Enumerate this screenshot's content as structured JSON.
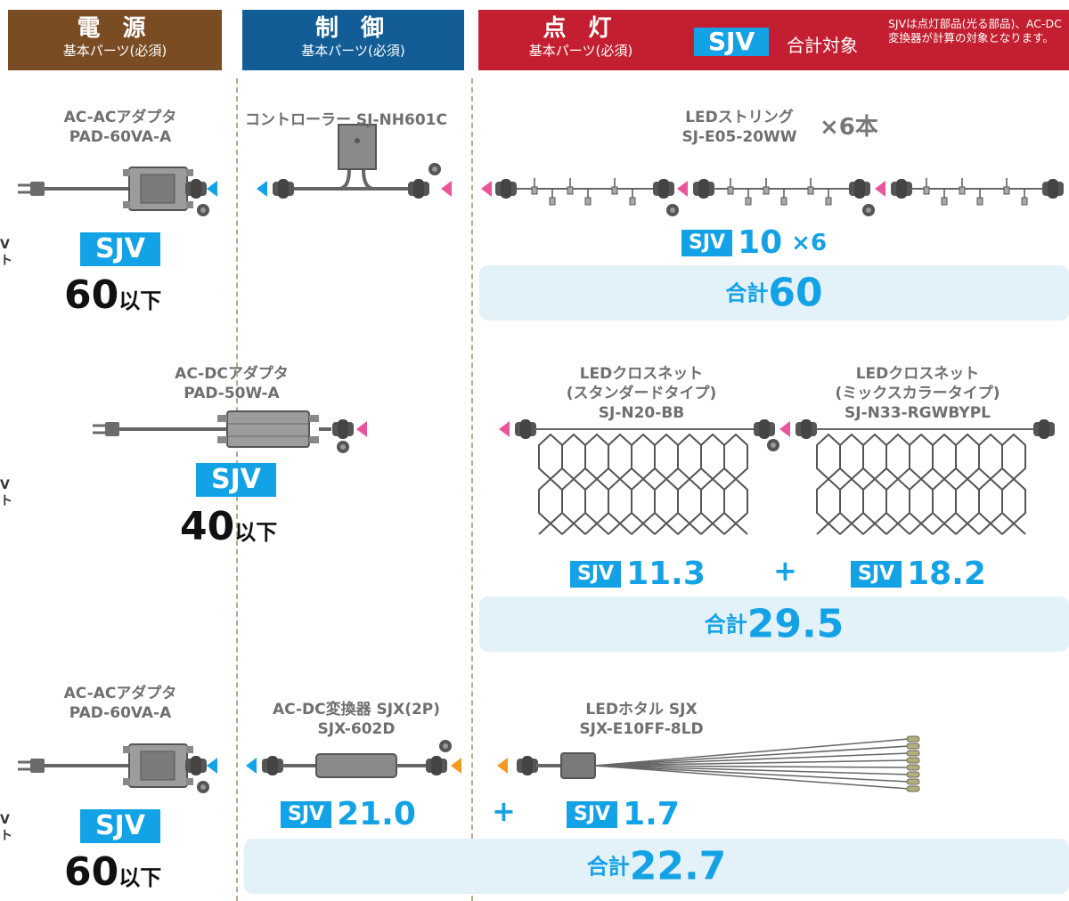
{
  "headers": {
    "power": {
      "title": "電 源",
      "sub": "基本パーツ(必須)"
    },
    "control": {
      "title": "制 御",
      "sub": "基本パーツ(必須)"
    },
    "light": {
      "title": "点 灯",
      "sub": "基本パーツ(必須)",
      "sjv_tag": "SJV",
      "total_target": "合計対象",
      "note": "SJVは点灯部品(光る部品)、AC-DC変換器が計算の対象となります。"
    }
  },
  "edge_text": {
    "r1a": "V",
    "r1b": "ト",
    "r2a": "V",
    "r2b": "ト",
    "r3a": "V",
    "r3b": "ト"
  },
  "row1": {
    "power_name": "AC-ACアダプタ",
    "power_model": "PAD-60VA-A",
    "power_sjv": "SJV",
    "power_value": "60",
    "power_unit": "以下",
    "control_label": "コントローラー SJ-NH601C",
    "light_name": "LEDストリング",
    "light_model": "SJ-E05-20WW",
    "light_qty": "×6本",
    "sjv_tag": "SJV",
    "sjv_value": "10",
    "sjv_mult": "×6",
    "total_label": "合計",
    "total_value": "60"
  },
  "row2": {
    "power_name": "AC-DCアダプタ",
    "power_model": "PAD-50W-A",
    "power_sjv": "SJV",
    "power_value": "40",
    "power_unit": "以下",
    "net1_name": "LEDクロスネット",
    "net1_type": "(スタンダードタイプ)",
    "net1_model": "SJ-N20-BB",
    "net2_name": "LEDクロスネット",
    "net2_type": "(ミックスカラータイプ)",
    "net2_model": "SJ-N33-RGWBYPL",
    "sjv_tag1": "SJV",
    "sjv_value1": "11.3",
    "plus": "+",
    "sjv_tag2": "SJV",
    "sjv_value2": "18.2",
    "total_label": "合計",
    "total_value": "29.5"
  },
  "row3": {
    "power_name": "AC-ACアダプタ",
    "power_model": "PAD-60VA-A",
    "power_sjv": "SJV",
    "power_value": "60",
    "power_unit": "以下",
    "ctrl_name": "AC-DC変換器 SJX(2P)",
    "ctrl_model": "SJX-602D",
    "light_name": "LEDホタル SJX",
    "light_model": "SJX-E10FF-8LD",
    "sjv_tag1": "SJV",
    "sjv_value1": "21.0",
    "plus": "+",
    "sjv_tag2": "SJV",
    "sjv_value2": "1.7",
    "total_label": "合計",
    "total_value": "22.7"
  },
  "colors": {
    "power": "#7a4c24",
    "control": "#125d96",
    "light": "#c41f31",
    "sjv": "#14a2e6",
    "total_bg": "#e3f1f9",
    "arrow_blue": "#14a2e6",
    "arrow_pink": "#e9559b",
    "arrow_orange": "#f39a1e"
  }
}
